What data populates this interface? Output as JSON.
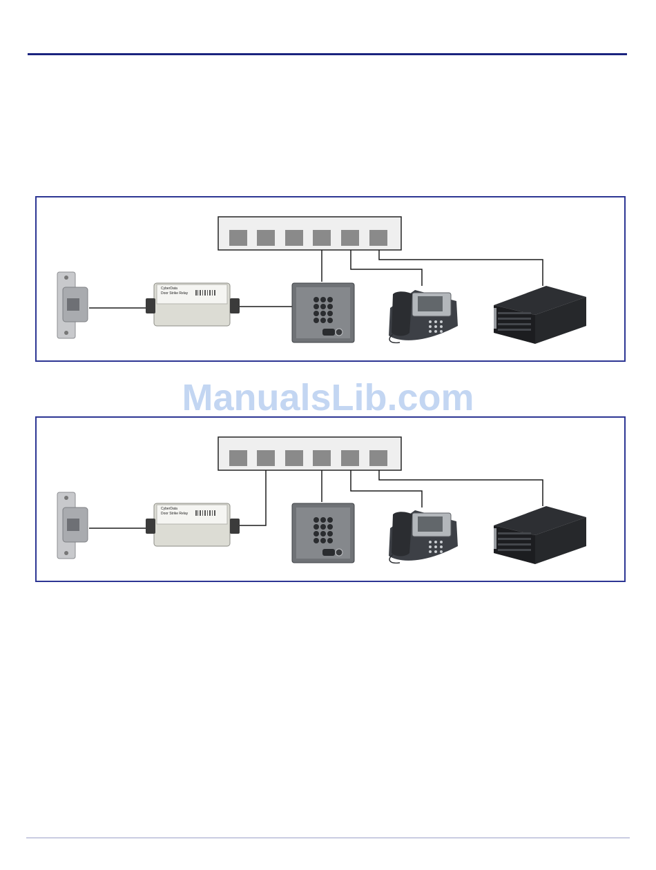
{
  "watermark": {
    "text": "ManualsLib.com"
  },
  "colors": {
    "header_rule": "#1a237e",
    "panel_border": "#2c3593",
    "switch_port": "#8a8a8a",
    "wire": "#1a1a1a"
  },
  "diagrams": [
    {
      "id": "panel-1",
      "description_icons": [
        "door-strike-icon",
        "relay-box-icon",
        "intercom-icon",
        "ip-phone-icon",
        "server-icon"
      ],
      "switch": {
        "ports": 6
      },
      "relay_labels": {
        "brand": "CyberData",
        "title": "Door Strike Relay"
      }
    },
    {
      "id": "panel-2",
      "description_icons": [
        "door-strike-icon",
        "relay-box-icon",
        "intercom-icon",
        "ip-phone-icon",
        "server-icon"
      ],
      "switch": {
        "ports": 6
      },
      "relay_labels": {
        "brand": "CyberData",
        "title": "Door Strike Relay"
      }
    }
  ]
}
